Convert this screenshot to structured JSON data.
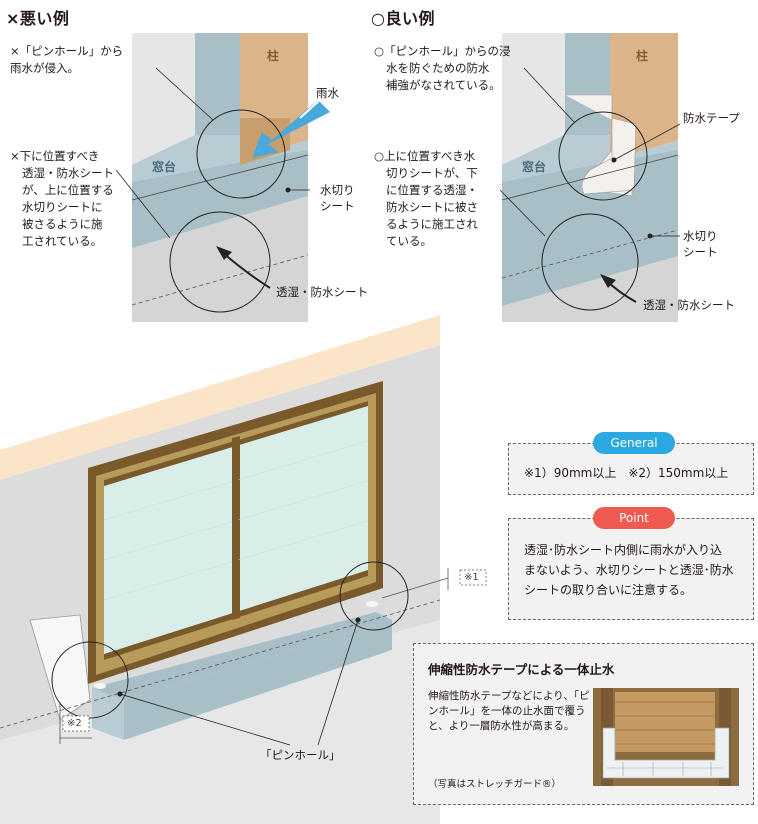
{
  "bad": {
    "title": "×悪い例",
    "note1_lines": [
      "×「ピンホール」から",
      "雨水が侵入。"
    ],
    "note2_lines": [
      "×下に位置すべき",
      "透湿・防水シート",
      "が、上に位置する",
      "水切りシートに",
      "被さるように施",
      "工されている。"
    ],
    "label_pillar": "柱",
    "label_madodai": "窓台",
    "label_rain": "雨水",
    "label_mizukiri_lines": [
      "水切り",
      "シート"
    ],
    "label_sheet": "透湿・防水シート"
  },
  "good": {
    "title": "○良い例",
    "note1_lines": [
      "○「ピンホール」からの浸",
      "水を防ぐための防水",
      "補強がなされている。"
    ],
    "note2_lines": [
      "○上に位置すべき水",
      "切りシートが、下",
      "に位置する透湿・",
      "防水シートに被さ",
      "るように施工され",
      "ている。"
    ],
    "label_pillar": "柱",
    "label_madodai": "窓台",
    "label_tape": "防水テープ",
    "label_mizukiri_lines": [
      "水切り",
      "シート"
    ],
    "label_sheet": "透湿・防水シート"
  },
  "window": {
    "pinhole_label": "「ピンホール」",
    "mark1": "※1",
    "mark2": "※2"
  },
  "general": {
    "badge": "General",
    "text": "※1）90mm以上　※2）150mm以上",
    "badge_color": "#29a9e0"
  },
  "point": {
    "badge": "Point",
    "lines": [
      "透湿･防水シート内側に雨水が入り込",
      "まないよう、水切りシートと透湿･防水",
      "シートの取り合いに注意する。"
    ],
    "badge_color": "#ef5a50"
  },
  "tape_box": {
    "title": "伸縮性防水テープによる一体止水",
    "lines": [
      "伸縮性防水テープなどにより、「ピ",
      "ンホール」を一体の止水面で覆う",
      "と、より一層防水性が高まる。"
    ],
    "caption": "（写真はストレッチガード®）"
  },
  "colors": {
    "sheet_blue": "#a9bfc8",
    "wood": "#dcb48a",
    "frame_brown": "#7a5a2a",
    "wall_gray": "#d9d9d9",
    "cream": "#fbe5c8"
  }
}
